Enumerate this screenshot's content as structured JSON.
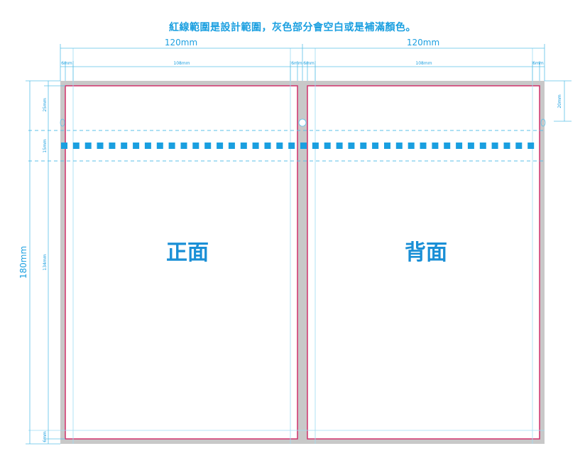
{
  "instruction": "紅線範圍是設計範圍，灰色部分會空白或是補滿顏色。",
  "dimensions": {
    "total_width_left": "120mm",
    "total_width_right": "120mm",
    "total_height": "180mm",
    "margin": "6mm",
    "inner_width": "108mm",
    "top_section": "25mm",
    "perforation_section": "15mm",
    "body_section": "134mm",
    "bottom_margin": "6mm",
    "side_note": "20mm"
  },
  "panels": {
    "front_label": "正面",
    "back_label": "背面"
  },
  "colors": {
    "dimension_line": "#5bc0e8",
    "dimension_text": "#1a9fe0",
    "bleed_gray": "#c8c8c8",
    "safe_red": "#d0306a",
    "perforation_blue": "#1a9fe0",
    "label_blue": "#1a8fd6"
  }
}
